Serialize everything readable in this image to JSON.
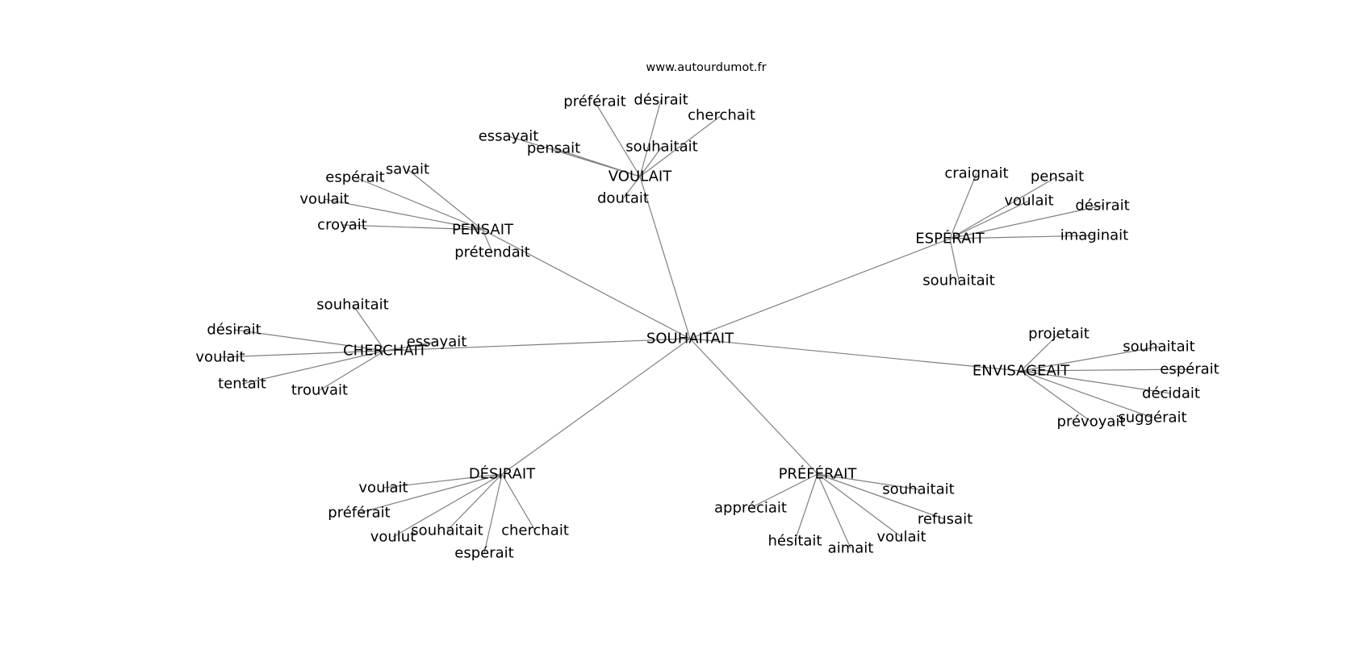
{
  "source_text": "www.autourdumot.fr",
  "center": "SOUHAITAIT",
  "hubs": [
    {
      "id": "voulait",
      "label": "VOULAIT",
      "leaves": [
        "préférait",
        "désirait",
        "cherchait",
        "essayait",
        "pensait",
        "souhaitait",
        "doutait"
      ]
    },
    {
      "id": "pensait",
      "label": "PENSAIT",
      "leaves": [
        "savait",
        "espérait",
        "voulait",
        "croyait",
        "prétendait"
      ]
    },
    {
      "id": "esperait",
      "label": "ESPÉRAIT",
      "leaves": [
        "craignait",
        "pensait",
        "voulait",
        "désirait",
        "imaginait",
        "souhaitait"
      ]
    },
    {
      "id": "cherchait",
      "label": "CHERCHAIT",
      "leaves": [
        "souhaitait",
        "désirait",
        "voulait",
        "tentait",
        "trouvait",
        "essayait"
      ]
    },
    {
      "id": "envisageait",
      "label": "ENVISAGEAIT",
      "leaves": [
        "projetait",
        "souhaitait",
        "espérait",
        "décidait",
        "suggérait",
        "prévoyait"
      ]
    },
    {
      "id": "desirait",
      "label": "DÉSIRAIT",
      "leaves": [
        "voulait",
        "préférait",
        "voulut",
        "souhaitait",
        "cherchait",
        "espérait"
      ]
    },
    {
      "id": "preferait",
      "label": "PRÉFÉRAIT",
      "leaves": [
        "souhaitait",
        "appréciait",
        "refusait",
        "hésitait",
        "aimait",
        "voulait"
      ]
    }
  ]
}
